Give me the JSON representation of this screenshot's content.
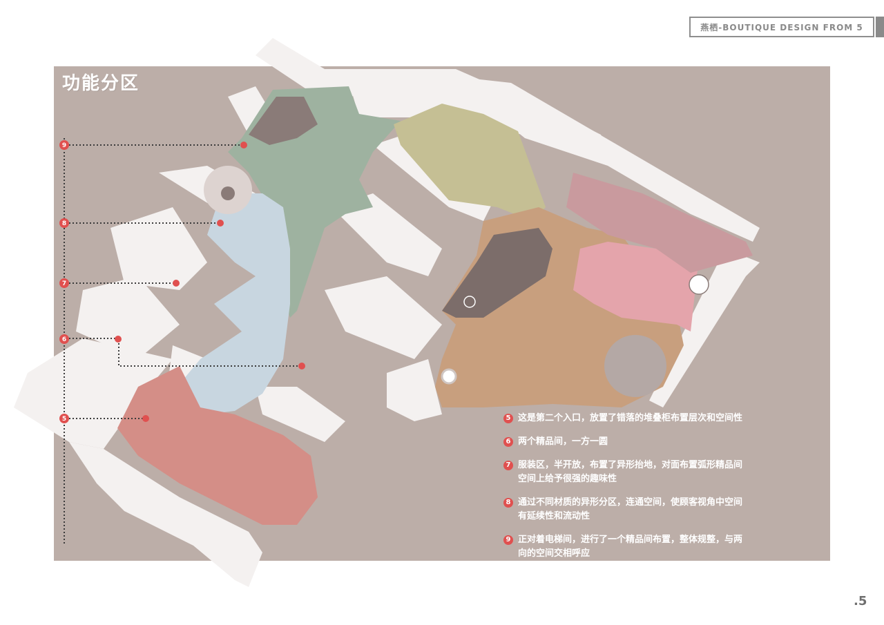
{
  "header": {
    "text": "燕栖-BOUTIQUE   DESIGN FROM 5"
  },
  "title": "功能分区",
  "markers": [
    {
      "num": "9"
    },
    {
      "num": "8"
    },
    {
      "num": "7"
    },
    {
      "num": "6"
    },
    {
      "num": "5"
    }
  ],
  "legend": [
    {
      "num": "5",
      "line1": "这是第二个入口，放置了错落的堆叠柜布置层次和空间性",
      "line2": ""
    },
    {
      "num": "6",
      "line1": "两个精品间，一方一圆",
      "line2": ""
    },
    {
      "num": "7",
      "line1": "服装区，半开放，布置了异形抬地，对面布置弧形精品间",
      "line2": "空间上给予很强的趣味性"
    },
    {
      "num": "8",
      "line1": "通过不同材质的异形分区，连通空间，使顾客视角中空间",
      "line2": "有延续性和流动性"
    },
    {
      "num": "9",
      "line1": "正对着电梯间，进行了一个精品间布置，整体规整，与两",
      "line2": "向的空间交相呼应"
    }
  ],
  "page_number": ".5",
  "colors": {
    "panel": "#bcaea8",
    "wall": "#f4f1f0",
    "zone_green": "#9eb2a0",
    "zone_blue": "#c8d6e0",
    "zone_yellow": "#c5bf94",
    "zone_orange": "#c89f7e",
    "zone_pink": "#e4a4ab",
    "zone_red": "#d48e87",
    "zone_dark": "#7c6d6a",
    "marker": "#e0504f"
  }
}
